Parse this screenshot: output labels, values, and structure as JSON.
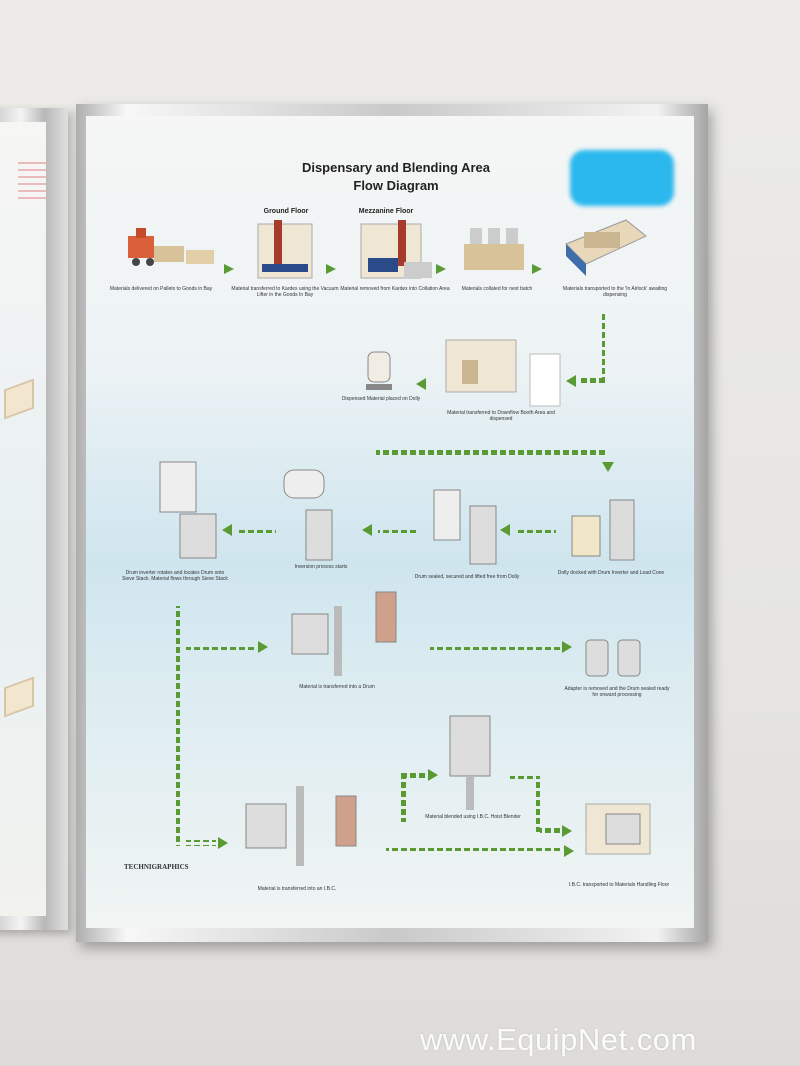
{
  "poster": {
    "title_line1": "Dispensary and Blending Area",
    "title_line2": "Flow Diagram",
    "floor_ground": "Ground Floor",
    "floor_mezzanine": "Mezzanine Floor",
    "steps": [
      {
        "label": "Materials delivered on Pallets to Goods in Bay"
      },
      {
        "label": "Material transferred to Kardex using the Vacuum Lifter in the Goods In Bay"
      },
      {
        "label": "Material removed from Kardex into Collation Area"
      },
      {
        "label": "Materials collated for next batch"
      },
      {
        "label": "Materials transported to the 'In Airlock' awaiting dispensing"
      },
      {
        "label": "Dispensed Material placed on Dolly"
      },
      {
        "label": "Material transferred to Downflow Booth Area and dispensed"
      },
      {
        "label": "Dolly docked with Drum Inverter and Load Cone"
      },
      {
        "label": "Drum sealed, secured and lifted free from Dolly"
      },
      {
        "label": "Inversion process starts"
      },
      {
        "label": "Drum inverter rotates and locates Drum onto Sieve Stack. Material flows through Sieve Stack"
      },
      {
        "label": "Material is transferred into a Drum"
      },
      {
        "label": "Adapter is removed and the Drum sealed ready for onward processing"
      },
      {
        "label": "Material blended using I.B.C. Hoist Blender"
      },
      {
        "label": "Material is transferred into an I.B.C."
      },
      {
        "label": "I.B.C. transported to Materials Handling Floor"
      }
    ],
    "logo": "TECHNIGRAPHICS"
  },
  "watermark": "www.EquipNet.com",
  "colors": {
    "arrow": "#5a9a32",
    "frame": "#c9c9c9",
    "redaction": "#2bb8ee"
  }
}
